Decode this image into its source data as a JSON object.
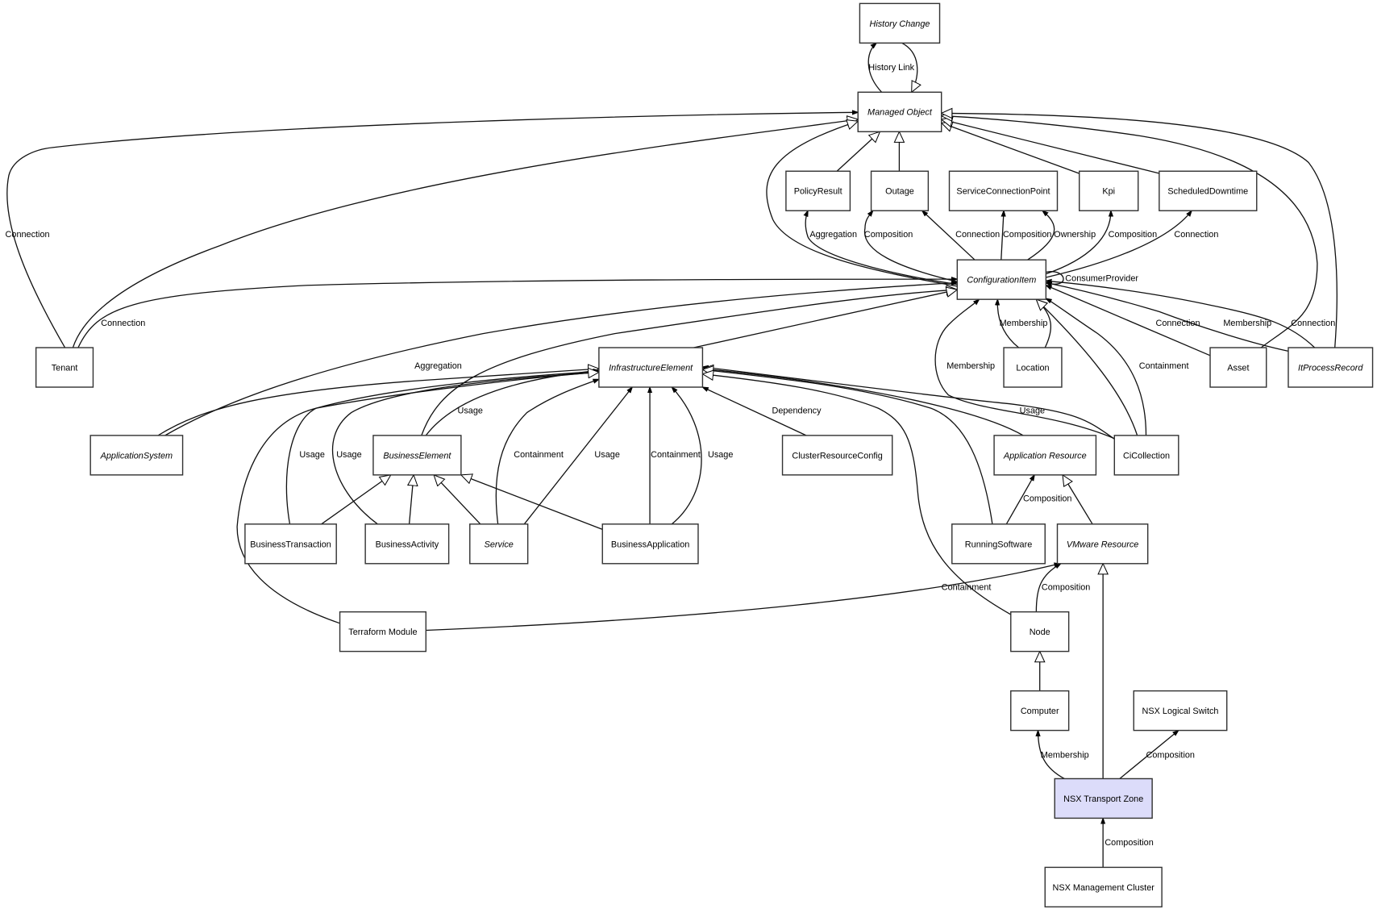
{
  "diagram": {
    "nodes": [
      {
        "id": "history-change",
        "label": "History Change",
        "abstract": true
      },
      {
        "id": "managed-object",
        "label": "Managed Object",
        "abstract": true
      },
      {
        "id": "policy-result",
        "label": "PolicyResult",
        "abstract": false
      },
      {
        "id": "outage",
        "label": "Outage",
        "abstract": false
      },
      {
        "id": "service-connection-point",
        "label": "ServiceConnectionPoint",
        "abstract": false
      },
      {
        "id": "kpi",
        "label": "Kpi",
        "abstract": false
      },
      {
        "id": "scheduled-downtime",
        "label": "ScheduledDowntime",
        "abstract": false
      },
      {
        "id": "configuration-item",
        "label": "ConfigurationItem",
        "abstract": true
      },
      {
        "id": "tenant",
        "label": "Tenant",
        "abstract": false
      },
      {
        "id": "infrastructure-element",
        "label": "InfrastructureElement",
        "abstract": true
      },
      {
        "id": "location",
        "label": "Location",
        "abstract": false
      },
      {
        "id": "asset",
        "label": "Asset",
        "abstract": false
      },
      {
        "id": "it-process-record",
        "label": "ItProcessRecord",
        "abstract": true
      },
      {
        "id": "application-system",
        "label": "ApplicationSystem",
        "abstract": true
      },
      {
        "id": "business-element",
        "label": "BusinessElement",
        "abstract": true
      },
      {
        "id": "cluster-resource-config",
        "label": "ClusterResourceConfig",
        "abstract": false
      },
      {
        "id": "application-resource",
        "label": "Application Resource",
        "abstract": true
      },
      {
        "id": "ci-collection",
        "label": "CiCollection",
        "abstract": false
      },
      {
        "id": "business-transaction",
        "label": "BusinessTransaction",
        "abstract": false
      },
      {
        "id": "business-activity",
        "label": "BusinessActivity",
        "abstract": false
      },
      {
        "id": "service",
        "label": "Service",
        "abstract": true
      },
      {
        "id": "business-application",
        "label": "BusinessApplication",
        "abstract": false
      },
      {
        "id": "running-software",
        "label": "RunningSoftware",
        "abstract": false
      },
      {
        "id": "vmware-resource",
        "label": "VMware Resource",
        "abstract": true
      },
      {
        "id": "terraform-module",
        "label": "Terraform Module",
        "abstract": false
      },
      {
        "id": "node",
        "label": "Node",
        "abstract": false
      },
      {
        "id": "computer",
        "label": "Computer",
        "abstract": false
      },
      {
        "id": "nsx-logical-switch",
        "label": "NSX Logical Switch",
        "abstract": false
      },
      {
        "id": "nsx-transport-zone",
        "label": "NSX Transport Zone",
        "abstract": false,
        "highlighted": true
      },
      {
        "id": "nsx-management-cluster",
        "label": "NSX Management Cluster",
        "abstract": false
      }
    ],
    "edges": [
      {
        "from": "managed-object",
        "to": "history-change",
        "label": "History Link",
        "arrow": "filled"
      },
      {
        "from": "history-change",
        "to": "managed-object",
        "label": "",
        "arrow": "hollow"
      },
      {
        "from": "tenant",
        "to": "managed-object",
        "label": "Connection",
        "arrow": "filled"
      },
      {
        "from": "tenant",
        "to": "managed-object",
        "label": "",
        "arrow": "hollow"
      },
      {
        "from": "tenant",
        "to": "configuration-item",
        "label": "Connection",
        "arrow": "filled"
      },
      {
        "from": "policy-result",
        "to": "managed-object",
        "label": "",
        "arrow": "hollow"
      },
      {
        "from": "outage",
        "to": "managed-object",
        "label": "",
        "arrow": "hollow"
      },
      {
        "from": "kpi",
        "to": "managed-object",
        "label": "",
        "arrow": "hollow"
      },
      {
        "from": "scheduled-downtime",
        "to": "managed-object",
        "label": "",
        "arrow": "hollow"
      },
      {
        "from": "asset",
        "to": "managed-object",
        "label": "",
        "arrow": "hollow"
      },
      {
        "from": "it-process-record",
        "to": "managed-object",
        "label": "",
        "arrow": "hollow"
      },
      {
        "from": "configuration-item",
        "to": "managed-object",
        "label": "",
        "arrow": "hollow"
      },
      {
        "from": "configuration-item",
        "to": "policy-result",
        "label": "Aggregation",
        "arrow": "filled"
      },
      {
        "from": "configuration-item",
        "to": "outage",
        "label": "Composition",
        "arrow": "filled"
      },
      {
        "from": "configuration-item",
        "to": "outage",
        "label": "Connection",
        "arrow": "filled"
      },
      {
        "from": "configuration-item",
        "to": "service-connection-point",
        "label": "Composition",
        "arrow": "filled"
      },
      {
        "from": "configuration-item",
        "to": "service-connection-point",
        "label": "Ownership",
        "arrow": "filled"
      },
      {
        "from": "configuration-item",
        "to": "kpi",
        "label": "Composition",
        "arrow": "filled"
      },
      {
        "from": "configuration-item",
        "to": "scheduled-downtime",
        "label": "Connection",
        "arrow": "filled"
      },
      {
        "from": "configuration-item",
        "to": "configuration-item",
        "label": "ConsumerProvider",
        "arrow": "filled"
      },
      {
        "from": "location",
        "to": "configuration-item",
        "label": "Membership",
        "arrow": "filled"
      },
      {
        "from": "location",
        "to": "configuration-item",
        "label": "",
        "arrow": "hollow"
      },
      {
        "from": "asset",
        "to": "configuration-item",
        "label": "Connection",
        "arrow": "filled"
      },
      {
        "from": "it-process-record",
        "to": "configuration-item",
        "label": "Membership",
        "arrow": "filled"
      },
      {
        "from": "it-process-record",
        "to": "configuration-item",
        "label": "Connection",
        "arrow": "filled"
      },
      {
        "from": "ci-collection",
        "to": "configuration-item",
        "label": "Membership",
        "arrow": "filled"
      },
      {
        "from": "ci-collection",
        "to": "configuration-item",
        "label": "Containment",
        "arrow": "filled"
      },
      {
        "from": "ci-collection",
        "to": "configuration-item",
        "label": "",
        "arrow": "hollow"
      },
      {
        "from": "ci-collection",
        "to": "infrastructure-element",
        "label": "Usage",
        "arrow": "filled"
      },
      {
        "from": "application-system",
        "to": "configuration-item",
        "label": "Aggregation",
        "arrow": "filled"
      },
      {
        "from": "application-system",
        "to": "infrastructure-element",
        "label": "",
        "arrow": "hollow"
      },
      {
        "from": "business-element",
        "to": "configuration-item",
        "label": "",
        "arrow": "hollow"
      },
      {
        "from": "business-element",
        "to": "infrastructure-element",
        "label": "Usage",
        "arrow": "filled"
      },
      {
        "from": "infrastructure-element",
        "to": "configuration-item",
        "label": "",
        "arrow": "hollow"
      },
      {
        "from": "business-transaction",
        "to": "infrastructure-element",
        "label": "Usage",
        "arrow": "filled"
      },
      {
        "from": "business-activity",
        "to": "infrastructure-element",
        "label": "Usage",
        "arrow": "filled"
      },
      {
        "from": "service",
        "to": "infrastructure-element",
        "label": "Containment",
        "arrow": "filled"
      },
      {
        "from": "service",
        "to": "infrastructure-element",
        "label": "Usage",
        "arrow": "filled"
      },
      {
        "from": "business-application",
        "to": "infrastructure-element",
        "label": "Containment",
        "arrow": "filled"
      },
      {
        "from": "business-application",
        "to": "infrastructure-element",
        "label": "Usage",
        "arrow": "filled"
      },
      {
        "from": "cluster-resource-config",
        "to": "infrastructure-element",
        "label": "Dependency",
        "arrow": "filled"
      },
      {
        "from": "application-resource",
        "to": "infrastructure-element",
        "label": "",
        "arrow": "hollow"
      },
      {
        "from": "running-software",
        "to": "infrastructure-element",
        "label": "",
        "arrow": "hollow"
      },
      {
        "from": "node",
        "to": "infrastructure-element",
        "label": "",
        "arrow": "hollow"
      },
      {
        "from": "terraform-module",
        "to": "infrastructure-element",
        "label": "",
        "arrow": "hollow"
      },
      {
        "from": "business-transaction",
        "to": "business-element",
        "label": "",
        "arrow": "hollow"
      },
      {
        "from": "business-activity",
        "to": "business-element",
        "label": "",
        "arrow": "hollow"
      },
      {
        "from": "service",
        "to": "business-element",
        "label": "",
        "arrow": "hollow"
      },
      {
        "from": "business-application",
        "to": "business-element",
        "label": "",
        "arrow": "hollow"
      },
      {
        "from": "running-software",
        "to": "application-resource",
        "label": "Composition",
        "arrow": "filled"
      },
      {
        "from": "vmware-resource",
        "to": "application-resource",
        "label": "",
        "arrow": "hollow"
      },
      {
        "from": "terraform-module",
        "to": "vmware-resource",
        "label": "Containment",
        "arrow": "filled"
      },
      {
        "from": "node",
        "to": "vmware-resource",
        "label": "Composition",
        "arrow": "filled"
      },
      {
        "from": "computer",
        "to": "node",
        "label": "",
        "arrow": "hollow"
      },
      {
        "from": "nsx-transport-zone",
        "to": "vmware-resource",
        "label": "",
        "arrow": "hollow"
      },
      {
        "from": "nsx-transport-zone",
        "to": "computer",
        "label": "Membership",
        "arrow": "filled"
      },
      {
        "from": "nsx-transport-zone",
        "to": "nsx-logical-switch",
        "label": "Composition",
        "arrow": "filled"
      },
      {
        "from": "nsx-management-cluster",
        "to": "nsx-transport-zone",
        "label": "Composition",
        "arrow": "filled"
      }
    ],
    "colors": {
      "highlight_fill": "#dcdcfa",
      "node_fill": "#ffffff",
      "node_stroke": "#333333",
      "edge_stroke": "#111111"
    }
  }
}
